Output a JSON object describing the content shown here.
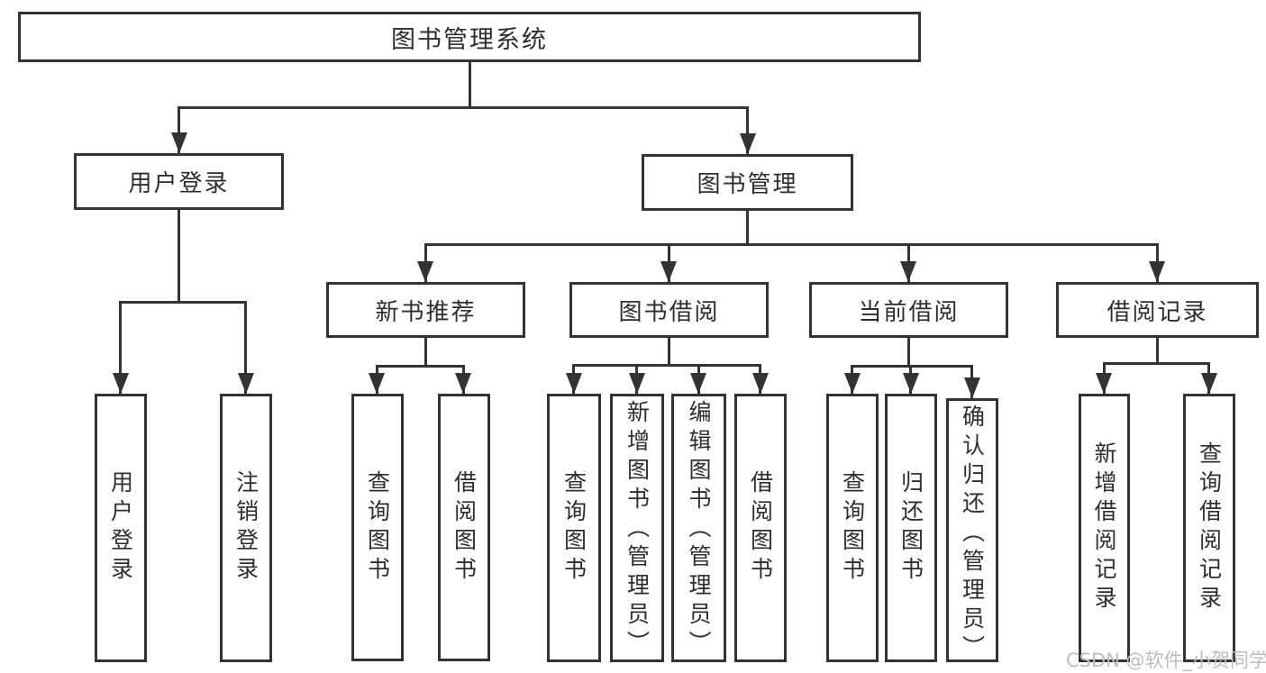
{
  "diagram": {
    "type": "tree",
    "root": {
      "label": "图书管理系统"
    },
    "level2": [
      {
        "label": "用户登录",
        "parent": "图书管理系统"
      },
      {
        "label": "图书管理",
        "parent": "图书管理系统"
      }
    ],
    "level3": [
      {
        "label": "新书推荐",
        "parent": "图书管理"
      },
      {
        "label": "图书借阅",
        "parent": "图书管理"
      },
      {
        "label": "当前借阅",
        "parent": "图书管理"
      },
      {
        "label": "借阅记录",
        "parent": "图书管理"
      }
    ],
    "leaves": [
      {
        "label": "用户登录",
        "parent": "用户登录"
      },
      {
        "label": "注销登录",
        "parent": "用户登录"
      },
      {
        "label": "查询图书",
        "parent": "新书推荐"
      },
      {
        "label": "借阅图书",
        "parent": "新书推荐"
      },
      {
        "label": "查询图书",
        "parent": "图书借阅"
      },
      {
        "label": "新增图书（管理员）",
        "parent": "图书借阅"
      },
      {
        "label": "编辑图书（管理员）",
        "parent": "图书借阅"
      },
      {
        "label": "借阅图书",
        "parent": "图书借阅"
      },
      {
        "label": "查询图书",
        "parent": "当前借阅"
      },
      {
        "label": "归还图书",
        "parent": "当前借阅"
      },
      {
        "label": "确认归还（管理员）",
        "parent": "当前借阅"
      },
      {
        "label": "新增借阅记录",
        "parent": "借阅记录"
      },
      {
        "label": "查询借阅记录",
        "parent": "借阅记录"
      }
    ]
  },
  "watermark": {
    "text": "CSDN @软件_小贺同学"
  },
  "colors": {
    "line": "#333333",
    "text": "#2e2e2e",
    "background": "#ffffff",
    "watermark": "#b9bec6"
  }
}
